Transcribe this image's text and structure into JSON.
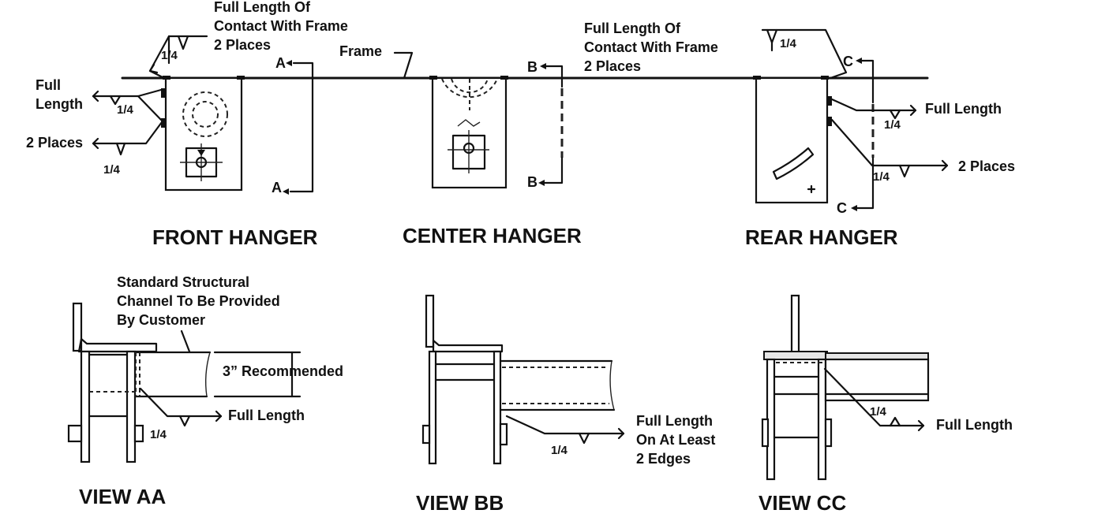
{
  "front": {
    "note_full_length_of": "Full Length Of",
    "note_contact": "Contact With Frame",
    "note_places": "2 Places",
    "weld_top": "1/4",
    "full": "Full",
    "length": "Length",
    "weld_side": "1/4",
    "two_places": "2 Places",
    "weld_bottom": "1/4",
    "section_top": "A",
    "section_bottom": "A",
    "title": "FRONT HANGER"
  },
  "frame_label": "Frame",
  "center": {
    "section_top": "B",
    "section_bottom": "B",
    "title": "CENTER HANGER"
  },
  "rear": {
    "note_full_length_of": "Full Length Of",
    "note_contact": "Contact With Frame",
    "note_places": "2 Places",
    "weld_top": "1/4",
    "section_top": "C",
    "section_bottom": "C",
    "full_length": "Full Length",
    "weld_mid": "1/4",
    "weld_low": "1/4",
    "two_places": "2 Places",
    "title": "REAR HANGER"
  },
  "view_aa": {
    "note_line1": "Standard Structural",
    "note_line2": "Channel To Be Provided",
    "note_line3": "By Customer",
    "recommended": "3” Recommended",
    "full_length": "Full Length",
    "weld": "1/4",
    "title": "VIEW AA"
  },
  "view_bb": {
    "note_line1": "Full Length",
    "note_line2": "On At Least",
    "note_line3": "2 Edges",
    "weld": "1/4",
    "title": "VIEW BB"
  },
  "view_cc": {
    "weld": "1/4",
    "full_length": "Full Length",
    "title": "VIEW CC"
  }
}
